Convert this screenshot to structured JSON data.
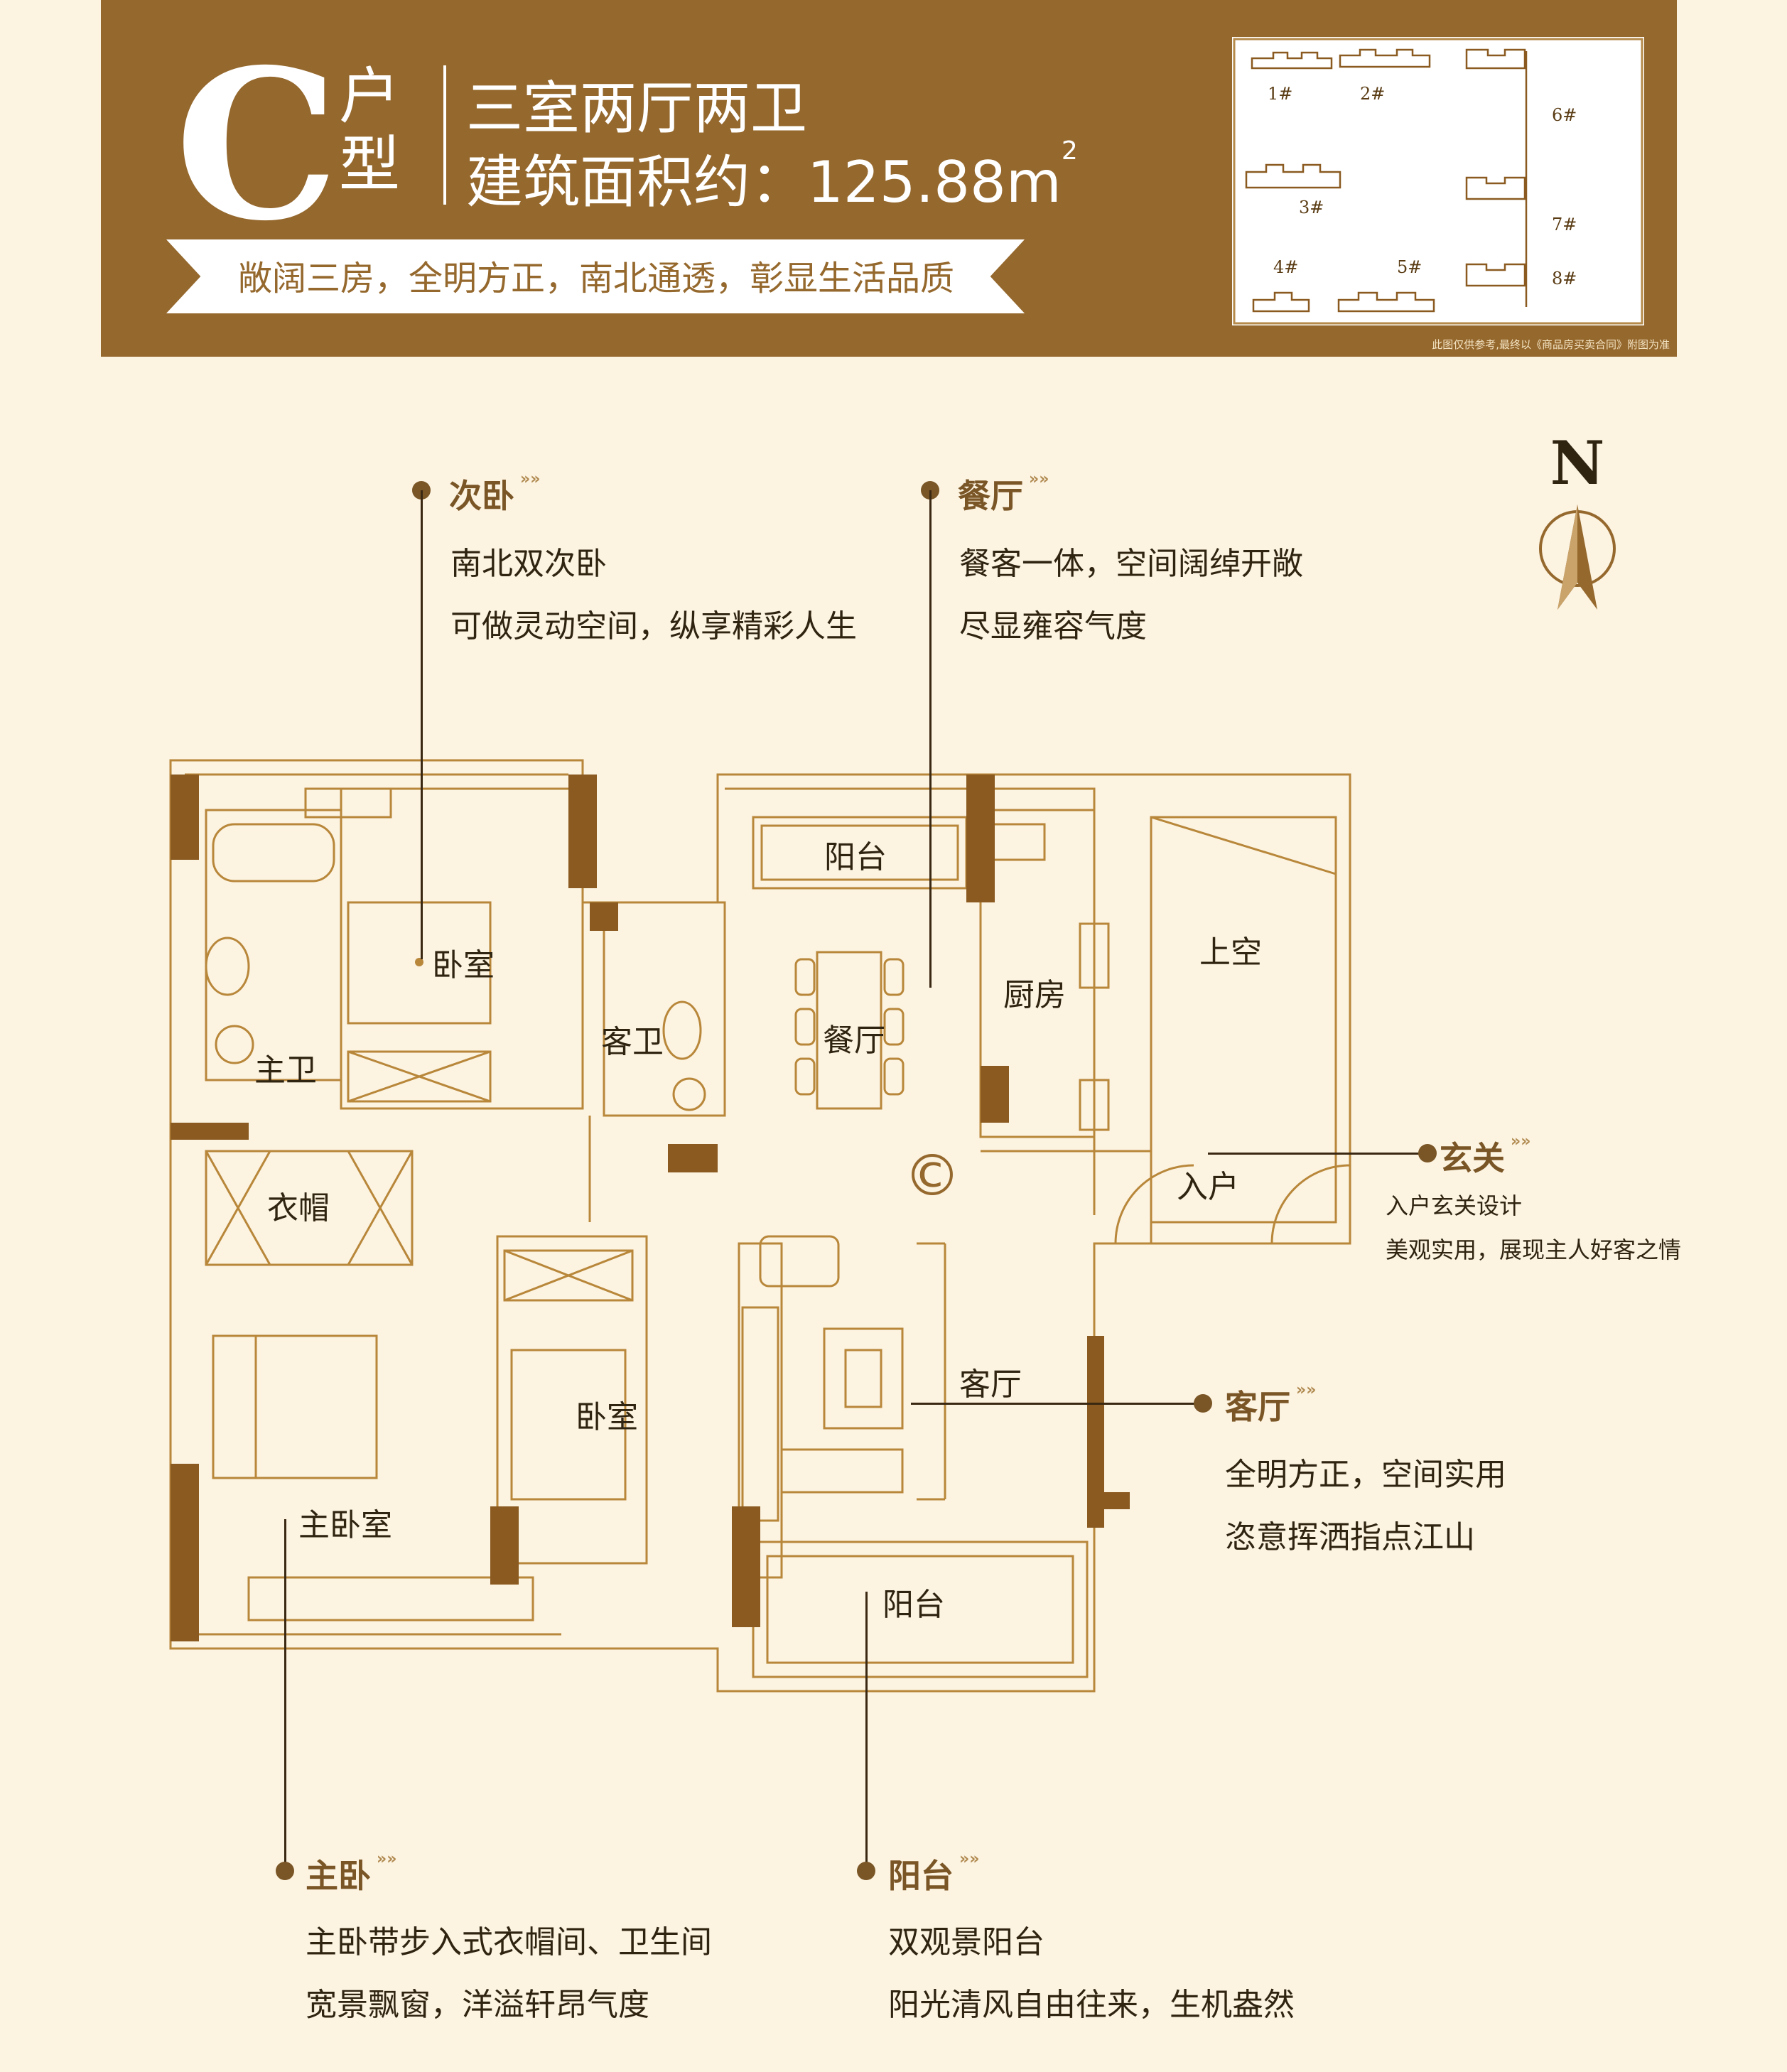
{
  "header": {
    "unit_letter": "C",
    "unit_suffix_1": "户",
    "unit_suffix_2": "型",
    "layout": "三室两厅两卫",
    "area_label": "建筑面积约：125.88m",
    "area_sup": "2",
    "slogan": "敞阔三房，全明方正，南北通透，彰显生活品质",
    "note": "此图仅供参考,最终以《商品房买卖合同》附图为准"
  },
  "site_plan": {
    "buildings": [
      "1#",
      "2#",
      "3#",
      "4#",
      "5#",
      "6#",
      "7#",
      "8#"
    ]
  },
  "compass": {
    "label": "N"
  },
  "callouts": {
    "secondary_bedroom": {
      "title": "次卧",
      "lines": [
        "南北双次卧",
        "可做灵动空间，纵享精彩人生"
      ]
    },
    "dining": {
      "title": "餐厅",
      "lines": [
        "餐客一体，空间阔绰开敞",
        "尽显雍容气度"
      ]
    },
    "foyer": {
      "title": "玄关",
      "lines": [
        "入户玄关设计",
        "美观实用，展现主人好客之情"
      ]
    },
    "living": {
      "title": "客厅",
      "lines": [
        "全明方正，空间实用",
        "恣意挥洒指点江山"
      ]
    },
    "master": {
      "title": "主卧",
      "lines": [
        "主卧带步入式衣帽间、卫生间",
        "宽景飘窗，洋溢轩昂气度"
      ]
    },
    "balcony": {
      "title": "阳台",
      "lines": [
        "双观景阳台",
        "阳光清风自由往来，生机盎然"
      ]
    }
  },
  "rooms": {
    "balcony_north": "阳台",
    "bedroom_north": "卧室",
    "guest_bath": "客卫",
    "dining": "餐厅",
    "kitchen": "厨房",
    "void": "上空",
    "master_bath": "主卫",
    "closet": "衣帽",
    "entry": "入户",
    "bedroom_south": "卧室",
    "living": "客厅",
    "master_bedroom": "主卧室",
    "balcony_south": "阳台"
  },
  "copyright_mark": "©",
  "colors": {
    "brand": "#95682d",
    "background": "#fcf3e1",
    "wall": "#8a5a20",
    "line": "#b8873a"
  }
}
